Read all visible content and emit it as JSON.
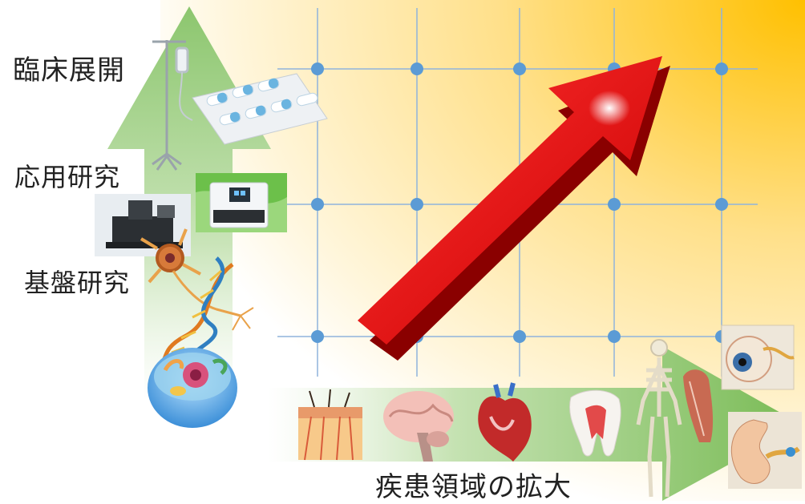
{
  "vertical_axis": {
    "stages": [
      {
        "label": "臨床展開",
        "icons": [
          "iv-drip-stand-icon",
          "capsule-blister-pack-icon"
        ]
      },
      {
        "label": "応用研究",
        "icons": [
          "microscope-device-icon",
          "lab-analyzer-icon"
        ]
      },
      {
        "label": "基盤研究",
        "icons": [
          "neuron-icon",
          "dna-helix-icon",
          "cell-icon"
        ]
      }
    ],
    "arrow_color": "#8cc66e"
  },
  "horizontal_axis": {
    "label": "疾患領域の拡大",
    "icons": [
      "skin-layer-icon",
      "brain-icon",
      "heart-icon",
      "tooth-icon",
      "skeleton-icon",
      "muscle-icon",
      "eye-icon",
      "ear-icon"
    ],
    "arrow_color": "#8cc66e"
  },
  "grid": {
    "columns": 5,
    "rows": 3,
    "node_color": "#5b9bd5",
    "line_color": "#8fb3dc"
  },
  "growth_arrow": {
    "color": "#e8141b",
    "direction": "up-right"
  },
  "background": {
    "gradient_from": "#ffffff",
    "gradient_to": "#ffc000"
  }
}
